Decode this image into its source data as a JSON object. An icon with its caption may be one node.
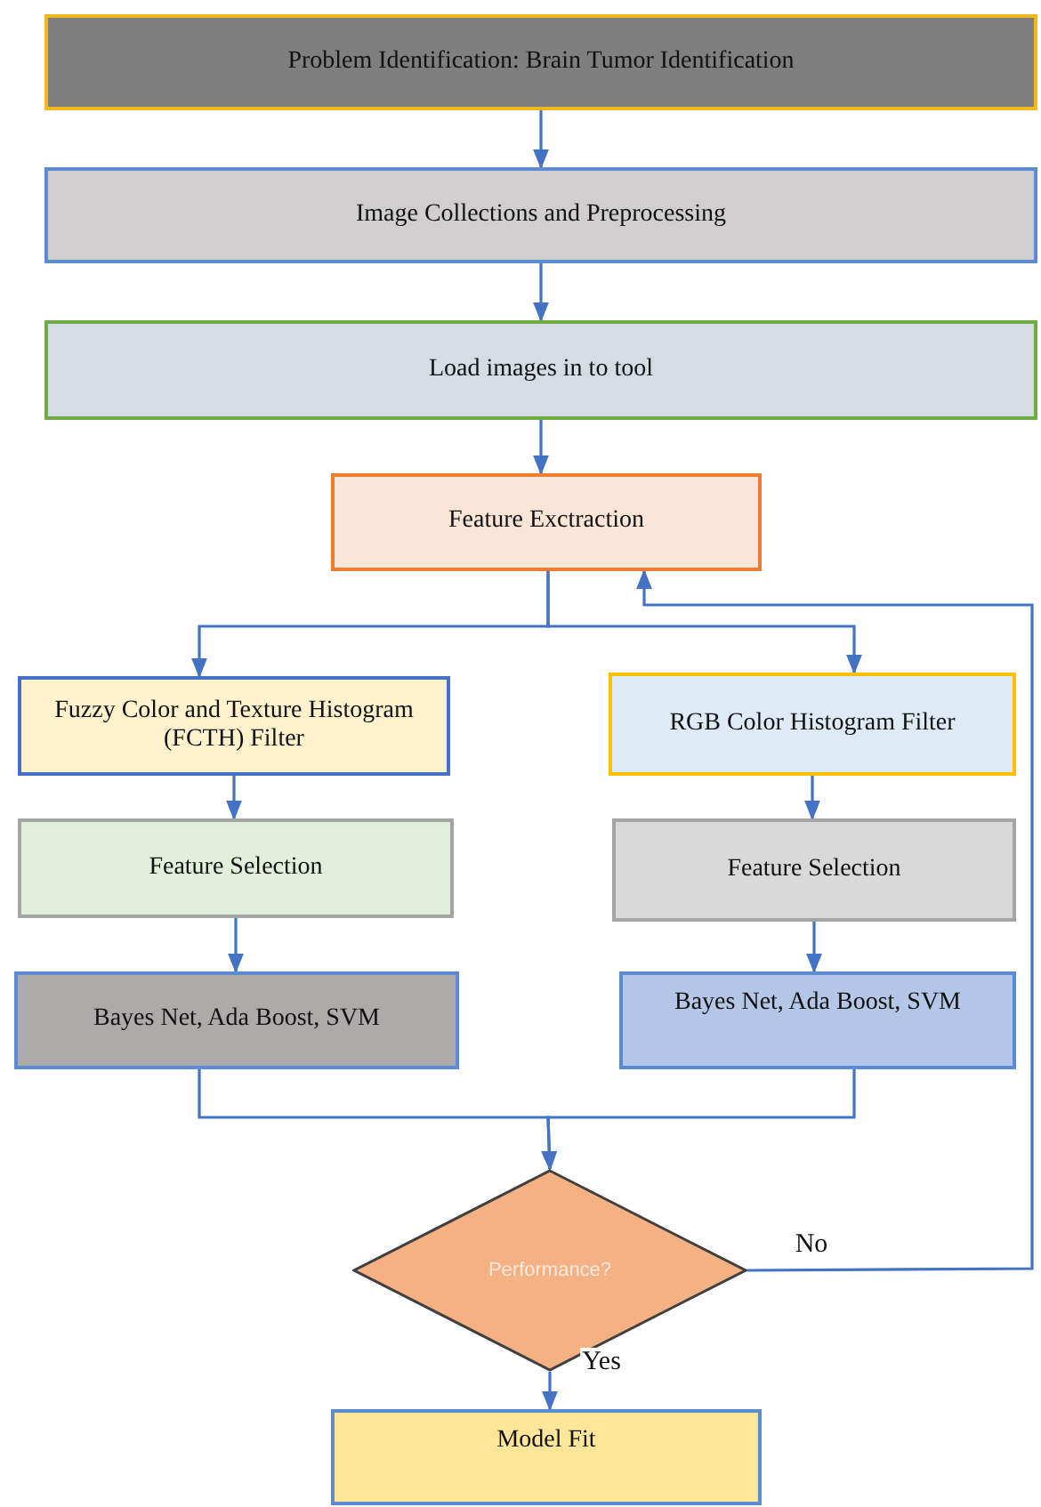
{
  "diagram": {
    "nodes": [
      {
        "text": [
          "Problem Identification: Brain Tumor Identification"
        ]
      },
      {
        "text": [
          "Image Collections and Preprocessing"
        ]
      },
      {
        "text": [
          "Load images in to tool"
        ]
      },
      {
        "text": [
          "Feature Exctraction"
        ]
      },
      {
        "text": [
          "Fuzzy Color and Texture Histogram (FCTH) Filter"
        ]
      },
      {
        "text": [
          "RGB Color Histogram Filter"
        ]
      },
      {
        "text": [
          "Feature Selection"
        ]
      },
      {
        "text": [
          "Feature Selection"
        ]
      },
      {
        "text": [
          "Bayes Net, Ada Boost, SVM"
        ]
      },
      {
        "text": [
          "Bayes Net, Ada Boost, SVM"
        ]
      },
      {
        "text": [
          "Performance?"
        ]
      },
      {
        "text": [
          "Model Fit"
        ]
      }
    ],
    "edges": [
      {
        "from": 0,
        "to": 1,
        "arrow": "to"
      },
      {
        "from": 1,
        "to": 2,
        "arrow": "to"
      },
      {
        "from": 2,
        "to": 3,
        "arrow": "to"
      },
      {
        "from": 3,
        "to": 4,
        "arrow": "to"
      },
      {
        "from": 3,
        "to": 5,
        "arrow": "to"
      },
      {
        "from": 4,
        "to": 6,
        "arrow": "to"
      },
      {
        "from": 5,
        "to": 7,
        "arrow": "to"
      },
      {
        "from": 6,
        "to": 8,
        "arrow": "to"
      },
      {
        "from": 7,
        "to": 9,
        "arrow": "to"
      },
      {
        "from": 8,
        "to": 10,
        "arrow": "to"
      },
      {
        "from": 9,
        "to": 10,
        "arrow": "to"
      },
      {
        "from": 10,
        "to": 11,
        "arrow": "to",
        "label": "Yes"
      },
      {
        "from": 10,
        "to": 3,
        "arrow": "to",
        "label": "No"
      }
    ]
  }
}
